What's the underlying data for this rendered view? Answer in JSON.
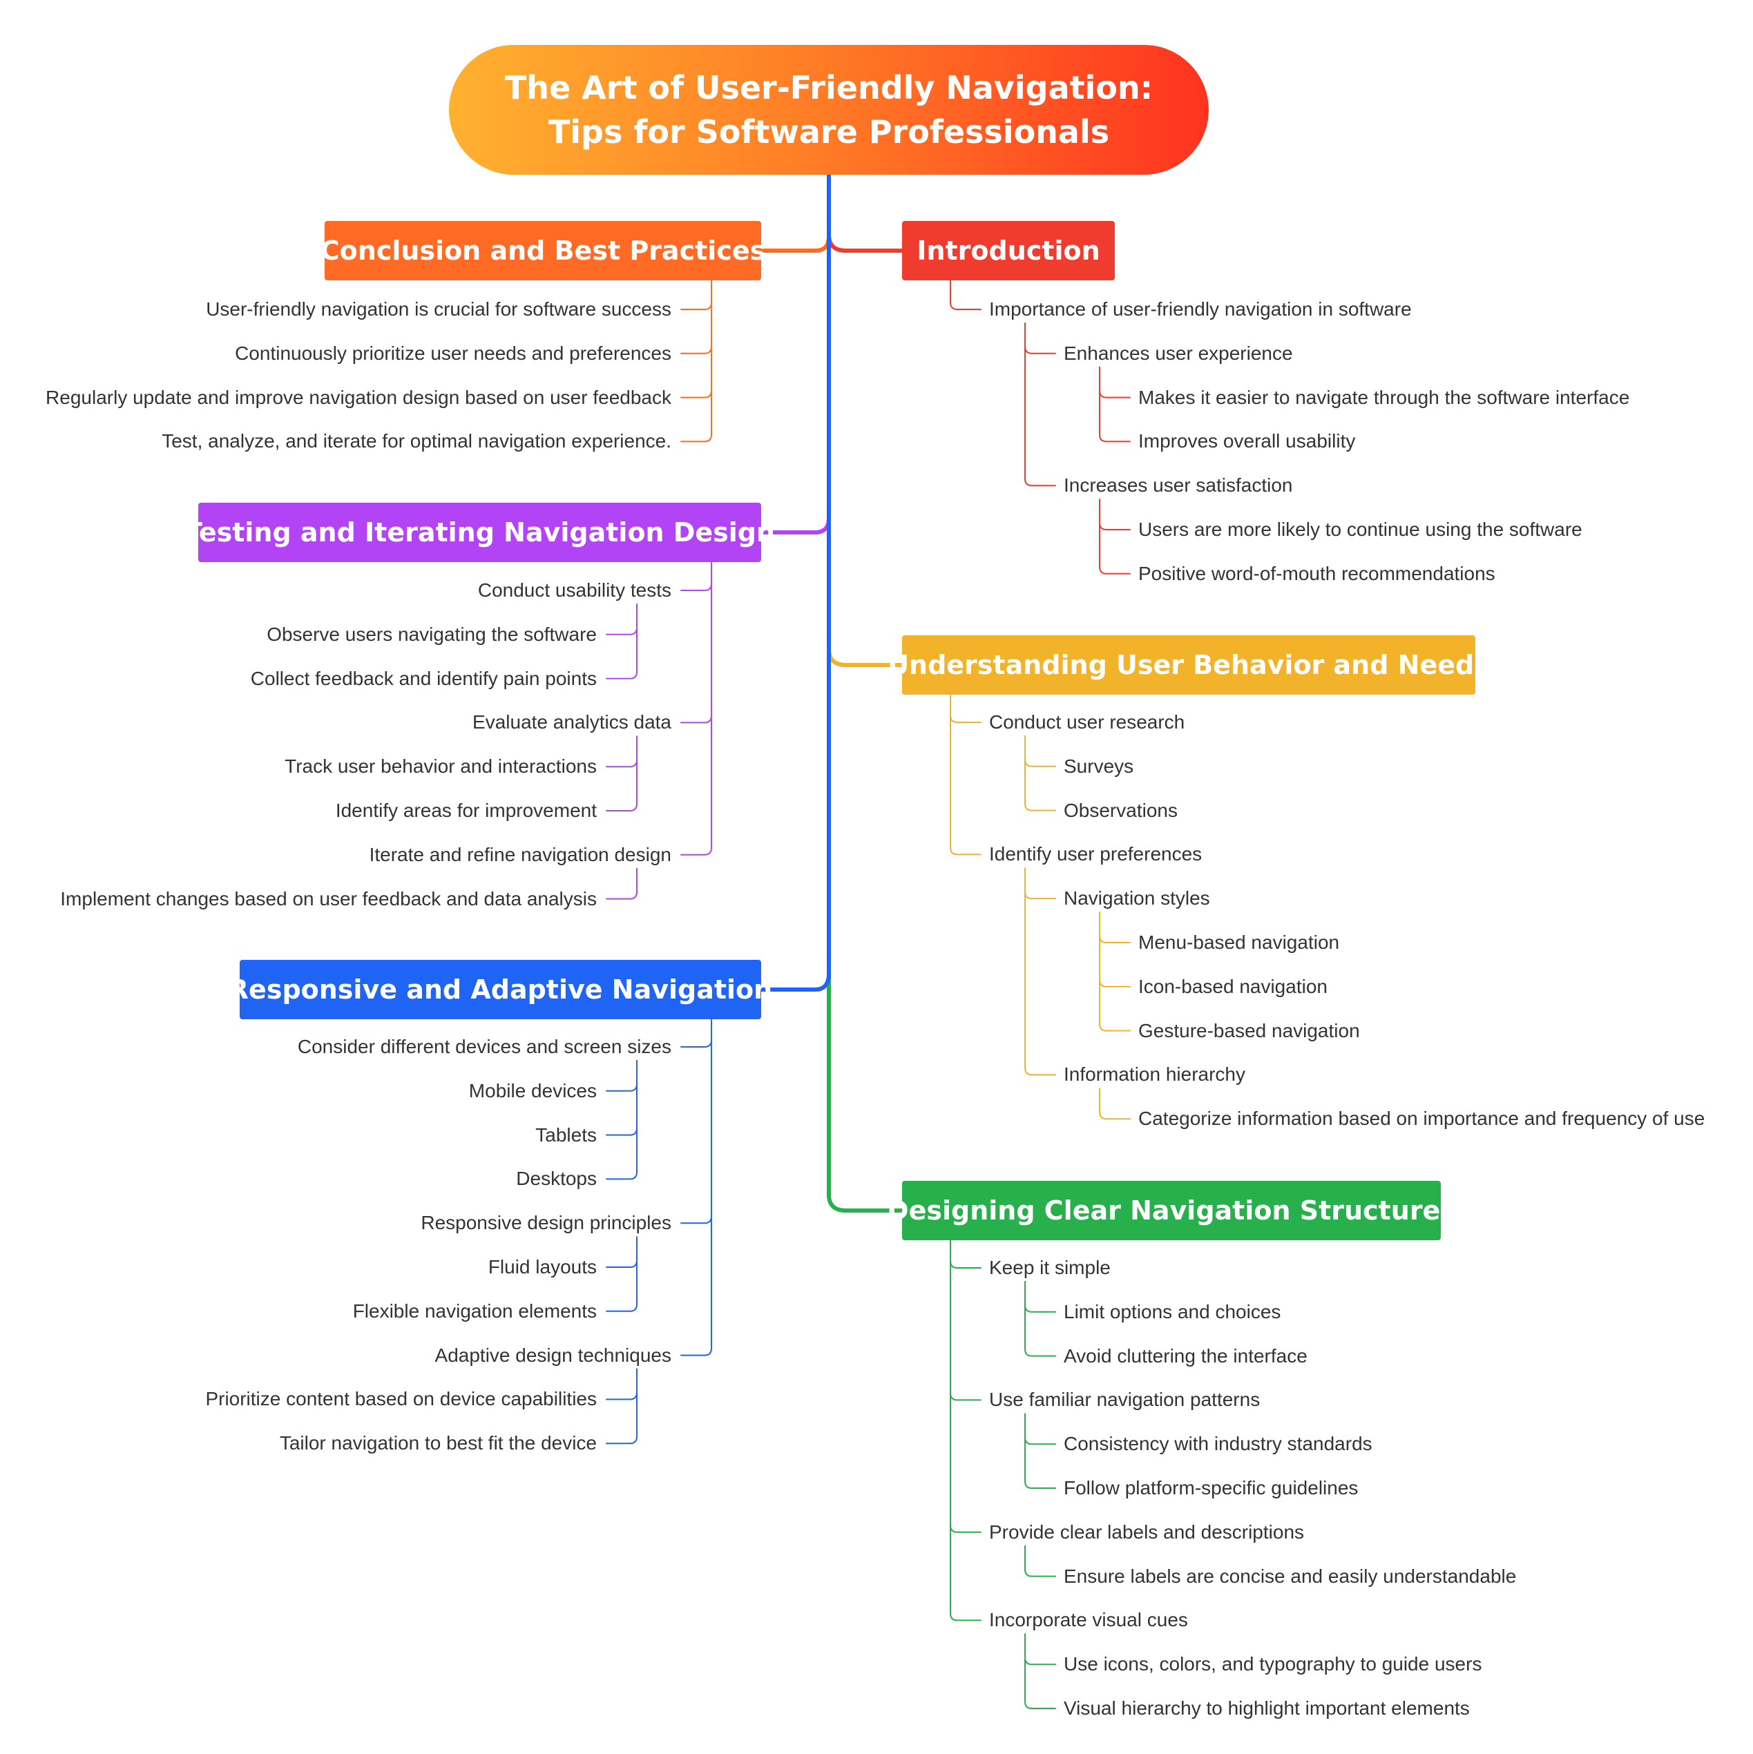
{
  "title": "The Art of User-Friendly Navigation: Tips for Software Professionals",
  "colors": {
    "root_gradient": [
      "#ffb130",
      "#ff3320"
    ],
    "introduction": "#f03c2e",
    "understanding": "#f2b22a",
    "designing": "#27b04c",
    "responsive": "#1f64f5",
    "testing": "#b344f5",
    "conclusion": "#ff6a25"
  },
  "branches": {
    "introduction": {
      "label": "Introduction",
      "items": [
        {
          "text": "Importance of user-friendly navigation in software",
          "children": [
            {
              "text": "Enhances user experience",
              "children": [
                {
                  "text": "Makes it easier to navigate through the software interface"
                },
                {
                  "text": "Improves overall usability"
                }
              ]
            },
            {
              "text": "Increases user satisfaction",
              "children": [
                {
                  "text": "Users are more likely to continue using the software"
                },
                {
                  "text": "Positive word-of-mouth recommendations"
                }
              ]
            }
          ]
        }
      ]
    },
    "understanding": {
      "label": "Understanding User Behavior and Needs",
      "items": [
        {
          "text": "Conduct user research",
          "children": [
            {
              "text": "Surveys"
            },
            {
              "text": "Observations"
            }
          ]
        },
        {
          "text": "Identify user preferences",
          "children": [
            {
              "text": "Navigation styles",
              "children": [
                {
                  "text": "Menu-based navigation"
                },
                {
                  "text": "Icon-based navigation"
                },
                {
                  "text": "Gesture-based navigation"
                }
              ]
            },
            {
              "text": "Information hierarchy",
              "children": [
                {
                  "text": "Categorize information based on importance and frequency of use"
                }
              ]
            }
          ]
        }
      ]
    },
    "designing": {
      "label": "Designing Clear Navigation Structures",
      "items": [
        {
          "text": "Keep it simple",
          "children": [
            {
              "text": "Limit options and choices"
            },
            {
              "text": "Avoid cluttering the interface"
            }
          ]
        },
        {
          "text": "Use familiar navigation patterns",
          "children": [
            {
              "text": "Consistency with industry standards"
            },
            {
              "text": "Follow platform-specific guidelines"
            }
          ]
        },
        {
          "text": "Provide clear labels and descriptions",
          "children": [
            {
              "text": "Ensure labels are concise and easily understandable"
            }
          ]
        },
        {
          "text": "Incorporate visual cues",
          "children": [
            {
              "text": "Use icons, colors, and typography to guide users"
            },
            {
              "text": "Visual hierarchy to highlight important elements"
            }
          ]
        }
      ]
    },
    "conclusion": {
      "label": "Conclusion and Best Practices",
      "items": [
        {
          "text": "User-friendly navigation is crucial for software success"
        },
        {
          "text": "Continuously prioritize user needs and preferences"
        },
        {
          "text": "Regularly update and improve navigation design based on user feedback"
        },
        {
          "text": "Test, analyze, and iterate for optimal navigation experience."
        }
      ]
    },
    "testing": {
      "label": "Testing and Iterating Navigation Design",
      "items": [
        {
          "text": "Conduct usability tests",
          "children": [
            {
              "text": "Observe users navigating the software"
            },
            {
              "text": "Collect feedback and identify pain points"
            }
          ]
        },
        {
          "text": "Evaluate analytics data",
          "children": [
            {
              "text": "Track user behavior and interactions"
            },
            {
              "text": "Identify areas for improvement"
            }
          ]
        },
        {
          "text": "Iterate and refine navigation design",
          "children": [
            {
              "text": "Implement changes based on user feedback and data analysis"
            }
          ]
        }
      ]
    },
    "responsive": {
      "label": "Responsive and Adaptive Navigation",
      "items": [
        {
          "text": "Consider different devices and screen sizes",
          "children": [
            {
              "text": "Mobile devices"
            },
            {
              "text": "Tablets"
            },
            {
              "text": "Desktops"
            }
          ]
        },
        {
          "text": "Responsive design principles",
          "children": [
            {
              "text": "Fluid layouts"
            },
            {
              "text": "Flexible navigation elements"
            }
          ]
        },
        {
          "text": "Adaptive design techniques",
          "children": [
            {
              "text": "Prioritize content based on device capabilities"
            },
            {
              "text": "Tailor navigation to best fit the device"
            }
          ]
        }
      ]
    }
  }
}
